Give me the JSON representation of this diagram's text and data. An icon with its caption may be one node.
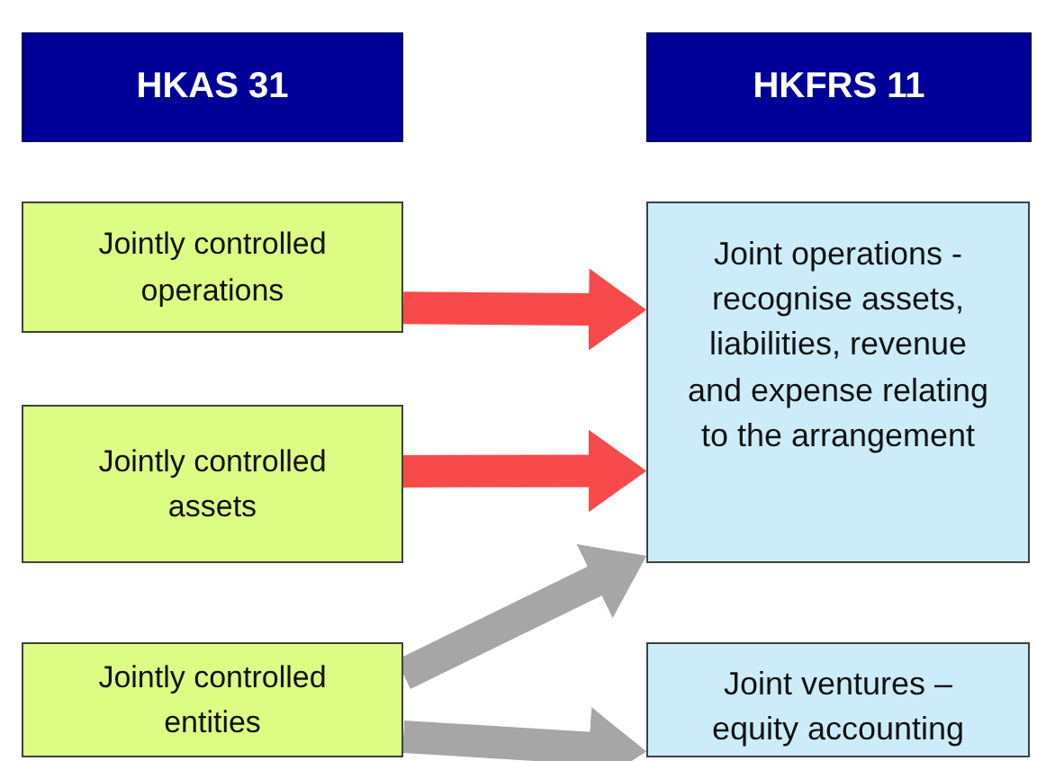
{
  "diagram": {
    "nodes": [
      {
        "text": [
          "HKAS 31"
        ]
      },
      {
        "text": [
          "HKFRS 11"
        ]
      },
      {
        "text": [
          "Jointly controlled operations"
        ]
      },
      {
        "text": [
          "Jointly controlled assets"
        ]
      },
      {
        "text": [
          "Jointly controlled entities"
        ]
      },
      {
        "text": [
          "Joint operations - recognise assets, liabilities, revenue and expense relating to the arrangement"
        ]
      },
      {
        "text": [
          "Joint ventures – equity accounting"
        ]
      }
    ],
    "edges": [
      {
        "from": 2,
        "to": 5,
        "arrow": "to",
        "color": "#f84a4a"
      },
      {
        "from": 3,
        "to": 5,
        "arrow": "to",
        "color": "#f84a4a"
      },
      {
        "from": 4,
        "to": 5,
        "arrow": "to",
        "color": "#a6a6a6"
      },
      {
        "from": 4,
        "to": 6,
        "arrow": "to",
        "color": "#a6a6a6"
      }
    ]
  }
}
